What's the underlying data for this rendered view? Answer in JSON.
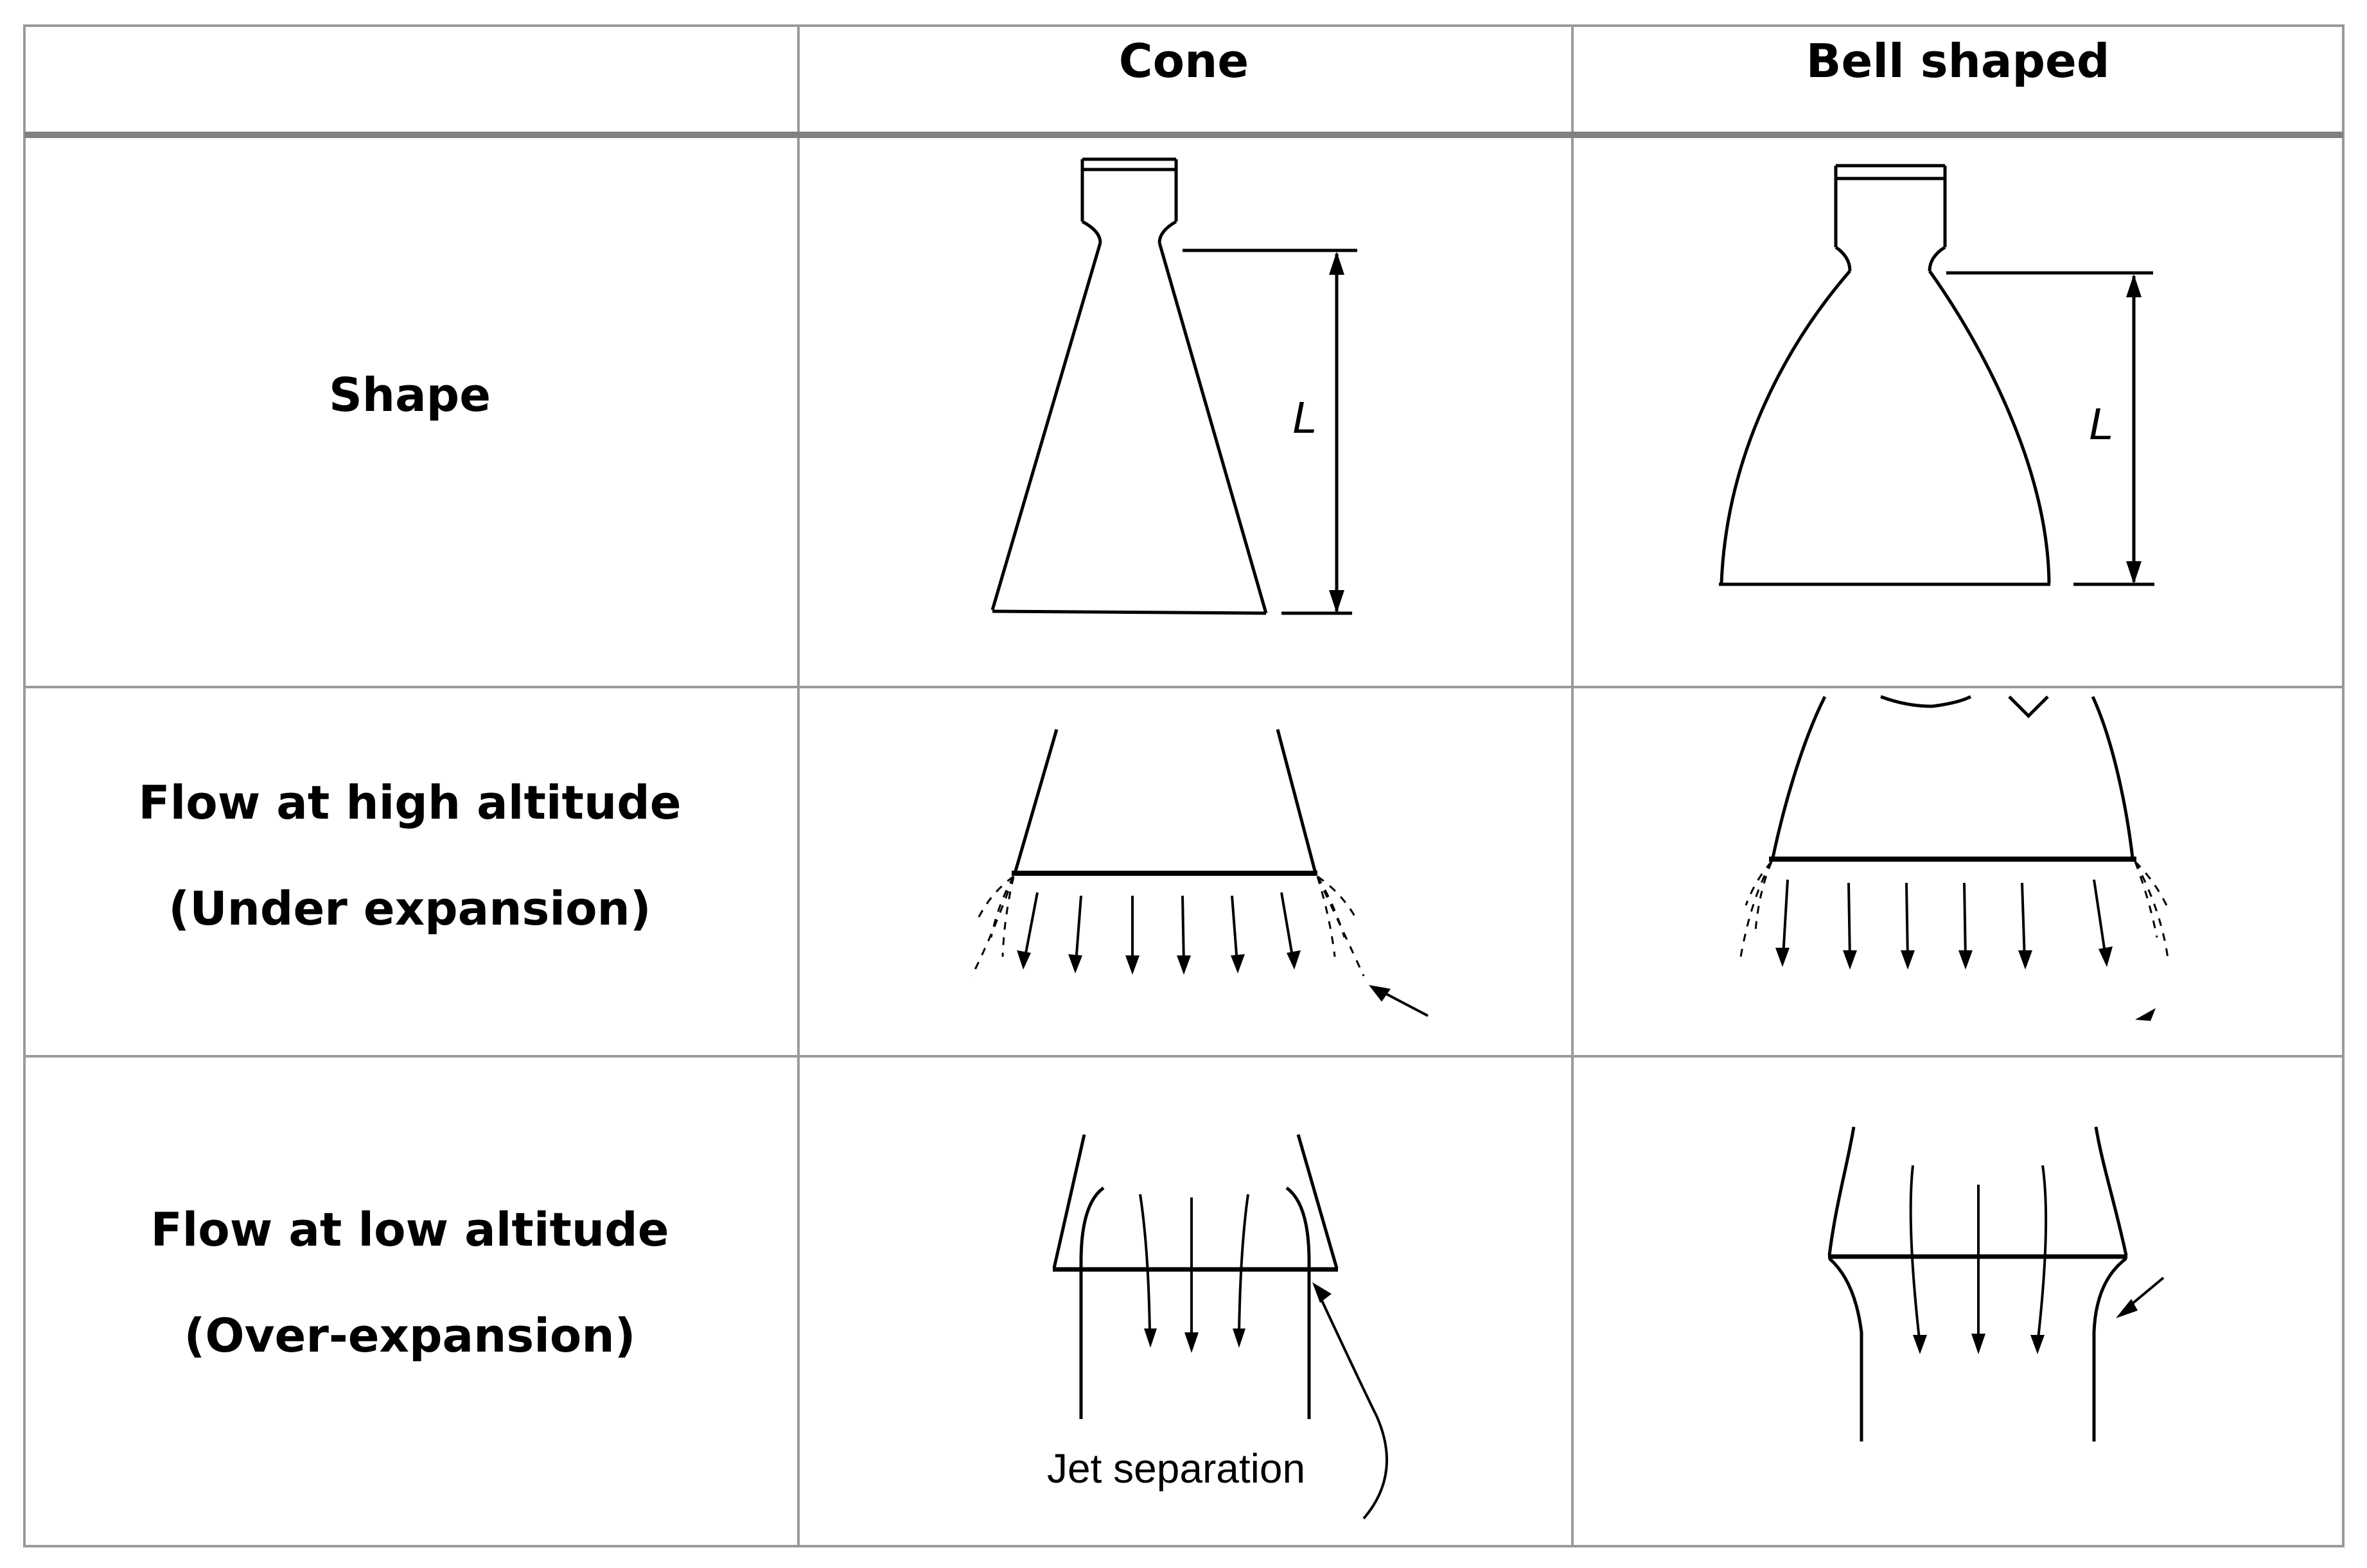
{
  "table": {
    "headers": [
      "",
      "Cone",
      "Bell shaped"
    ],
    "rows": [
      {
        "label_lines": [
          "Shape"
        ]
      },
      {
        "label_lines": [
          "Flow at high altitude",
          "(Under expansion)"
        ]
      },
      {
        "label_lines": [
          "Flow at low altitude",
          "(Over-expansion)"
        ]
      }
    ]
  },
  "figures": {
    "length_symbol": "L",
    "jet_separation_label": "Jet separation"
  }
}
